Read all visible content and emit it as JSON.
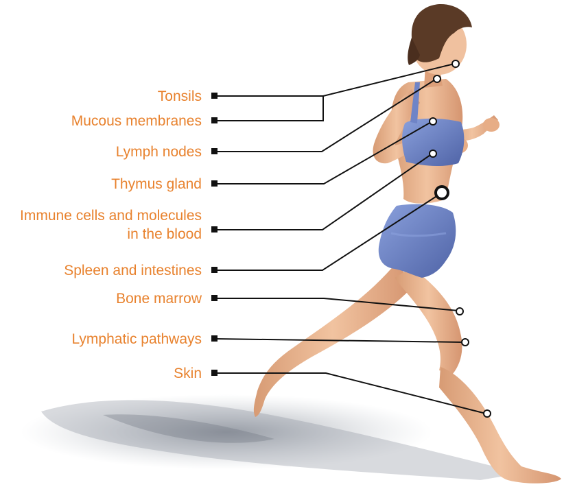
{
  "colors": {
    "label": "#e8822e",
    "leader": "#111111",
    "skin": "#e9b48f",
    "skin_shade": "#c98a63",
    "outfit": "#6f84c7",
    "outfit_shade": "#4f63a6",
    "hair": "#5a3a26",
    "shadow": "#8f96a0"
  },
  "labels": [
    {
      "id": "tonsils",
      "text": "Tonsils"
    },
    {
      "id": "mucous",
      "text": "Mucous membranes"
    },
    {
      "id": "lymph",
      "text": "Lymph nodes"
    },
    {
      "id": "thymus",
      "text": "Thymus gland"
    },
    {
      "id": "immune",
      "line1": "Immune cells and molecules",
      "line2": "in the blood"
    },
    {
      "id": "spleen",
      "text": "Spleen and intestines"
    },
    {
      "id": "marrow",
      "text": "Bone marrow"
    },
    {
      "id": "pathways",
      "text": "Lymphatic pathways"
    },
    {
      "id": "skin",
      "text": "Skin"
    }
  ],
  "figure": {
    "subject": "running-woman-illustration"
  }
}
